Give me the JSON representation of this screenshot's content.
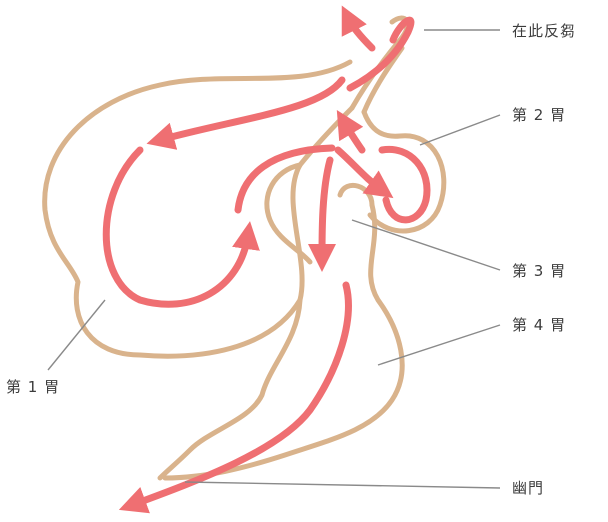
{
  "labels": {
    "regurgitate": "在此反芻",
    "stomach2": "第 2 胃",
    "stomach3": "第 3 胃",
    "stomach4": "第 4 胃",
    "stomach1": "第 1 胃",
    "pylorus": "幽門"
  },
  "colors": {
    "outline": "#d9b38c",
    "flow": "#ef6f72",
    "leader": "#8a8a8a"
  }
}
